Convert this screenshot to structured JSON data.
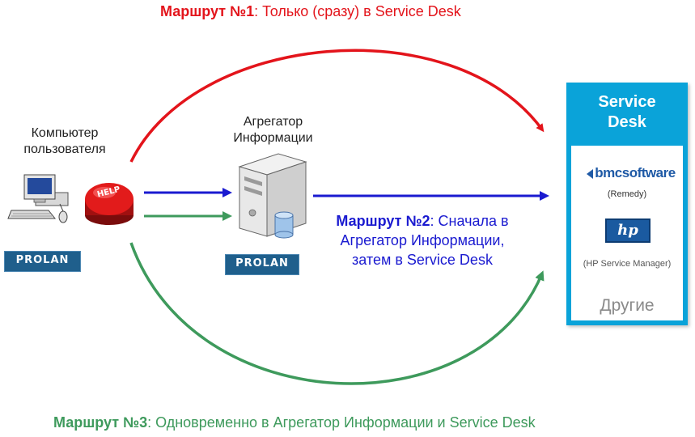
{
  "route1": {
    "bold": "Маршрут №1",
    "rest": ": Только (сразу) в Service Desk",
    "color": "#e3141b"
  },
  "route2": {
    "bold": "Маршрут №2",
    "rest_line1": ": Сначала в",
    "line2": "Агрегатор Информации,",
    "line3": "затем в Service Desk",
    "color": "#1a1ad0"
  },
  "route3": {
    "bold": "Маршрут №3",
    "rest": ": Одновременно в Агрегатор Информации и Service Desk",
    "color": "#3e9a5c"
  },
  "user_computer": {
    "line1": "Компьютер",
    "line2": "пользователя",
    "icon": "computer-icon"
  },
  "help_button": {
    "text": "HELP",
    "icon": "help-button-icon"
  },
  "aggregator": {
    "line1": "Агрегатор",
    "line2": "Информации",
    "icon": "server-icon"
  },
  "prolan_logo": "PROLAN",
  "service_desk": {
    "title_line1": "Service",
    "title_line2": "Desk",
    "bmc_logo_bold": "bmc",
    "bmc_logo_rest": "software",
    "bmc_sub": "(Remedy)",
    "hp_logo": "hp",
    "hp_sub": "(HP Service Manager)",
    "other": "Другие",
    "color": "#0aa3d9"
  }
}
